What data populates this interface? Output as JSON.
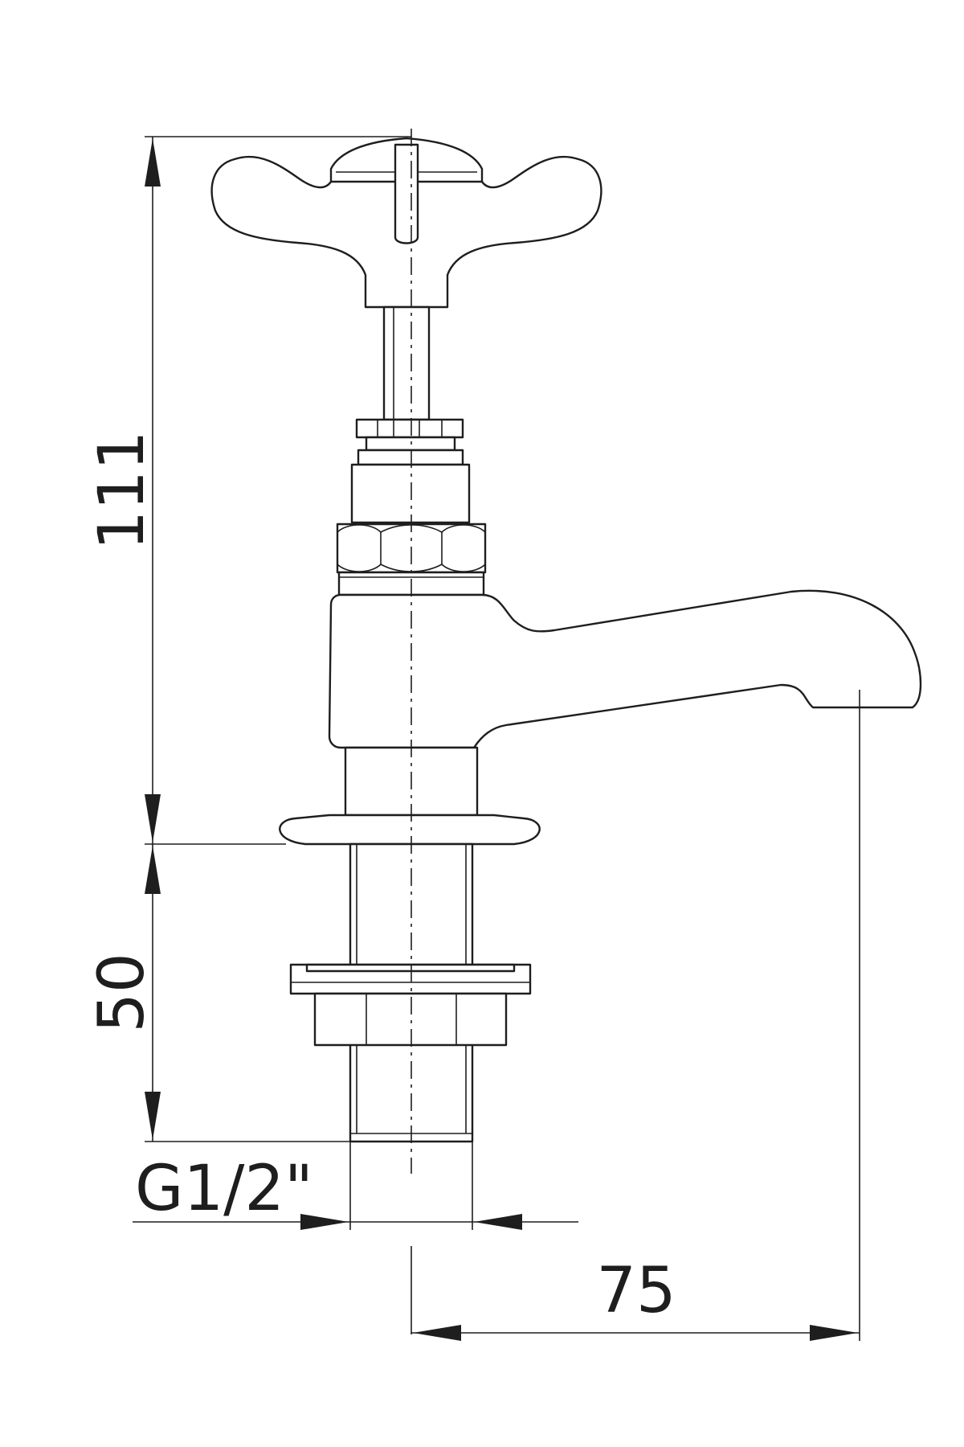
{
  "dimensions": {
    "height_above_deck": "111",
    "shank_length": "50",
    "thread_size": "G1/2\"",
    "spout_projection": "75"
  },
  "colors": {
    "line": "#1e1e1e",
    "background": "#ffffff"
  }
}
